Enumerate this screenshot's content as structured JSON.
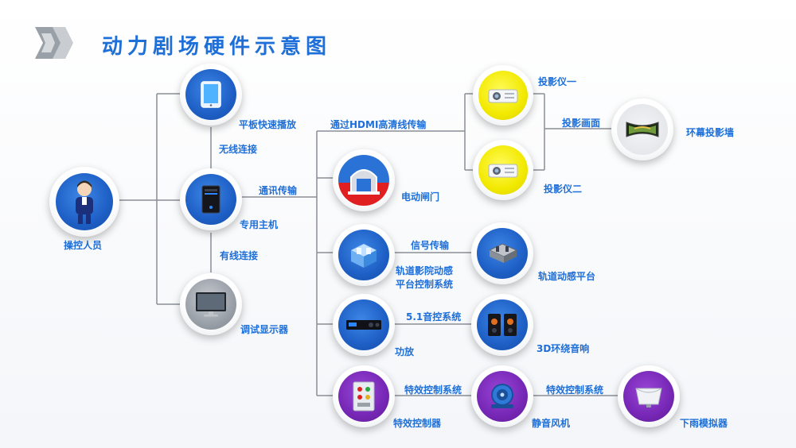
{
  "title": "动力剧场硬件示意图",
  "nodes": {
    "operator": "操控人员",
    "tablet": "平板快速播放",
    "host": "专用主机",
    "monitor": "调试显示器",
    "gate": "电动闸门",
    "rail_control": "轨道影院动感平台控制系统",
    "amplifier": "功放",
    "effects_controller": "特效控制器",
    "projector1": "投影仪一",
    "projector2": "投影仪二",
    "ring_wall": "环幕投影墙",
    "rail_platform": "轨道动感平台",
    "speaker": "3D环绕音响",
    "fan": "静音风机",
    "rain": "下雨模拟器"
  },
  "rail_control_lines": [
    "轨道影院动感",
    "平台控制系统"
  ],
  "connections": {
    "wireless": "无线连接",
    "wired": "有线连接",
    "comm": "通讯传输",
    "hdmi": "通过HDMI高清线传输",
    "projection": "投影画面",
    "signal": "信号传输",
    "audio": "5.1音控系统",
    "effects1": "特效控制系统",
    "effects2": "特效控制系统"
  },
  "colors": {
    "accent": "#1e6fd8",
    "node_blue": "#1e5fc5",
    "node_yellow": "#f2e900",
    "node_purple": "#7627b5",
    "node_gray": "#9aa0a8",
    "line": "#8a8f96"
  }
}
